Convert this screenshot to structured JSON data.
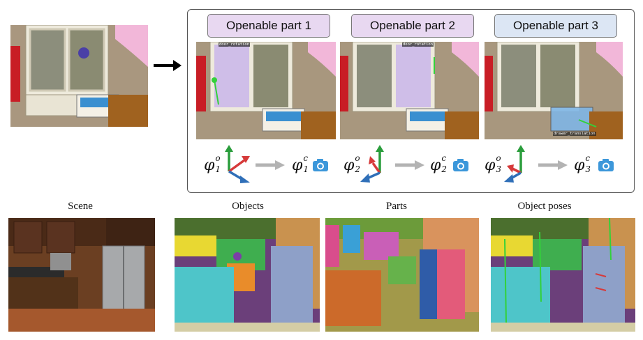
{
  "openable_parts": [
    {
      "label": "Openable part 1",
      "label_color": "#e8d8f1",
      "highlight": "#c9b6ea",
      "annotation": "door_rotation",
      "phi_base": "φ",
      "phi_index": "1",
      "phi_open": "o",
      "phi_camera": "c"
    },
    {
      "label": "Openable part 2",
      "label_color": "#e8d8f1",
      "highlight": "#c9b6ea",
      "annotation": "door_rotation",
      "phi_base": "φ",
      "phi_index": "2",
      "phi_open": "o",
      "phi_camera": "c"
    },
    {
      "label": "Openable part 3",
      "label_color": "#dce6f4",
      "highlight": "#7fb6e6",
      "annotation": "drawer_translation",
      "phi_base": "φ",
      "phi_index": "3",
      "phi_open": "o",
      "phi_camera": "c"
    }
  ],
  "bottom_panels": [
    {
      "caption": "Scene"
    },
    {
      "caption": "Objects"
    },
    {
      "caption": "Parts"
    },
    {
      "caption": "Object poses"
    }
  ],
  "icons": [
    "right-arrow-icon",
    "gray-arrow-icon",
    "camera-icon",
    "axes-icon"
  ],
  "colors": {
    "axis_green": "#2a9d3c",
    "axis_red": "#d63a3a",
    "axis_blue": "#2f6fb8",
    "camera_blue": "#3c97da",
    "arrow_gray": "#b3b3b3",
    "frame_border": "#555555"
  }
}
